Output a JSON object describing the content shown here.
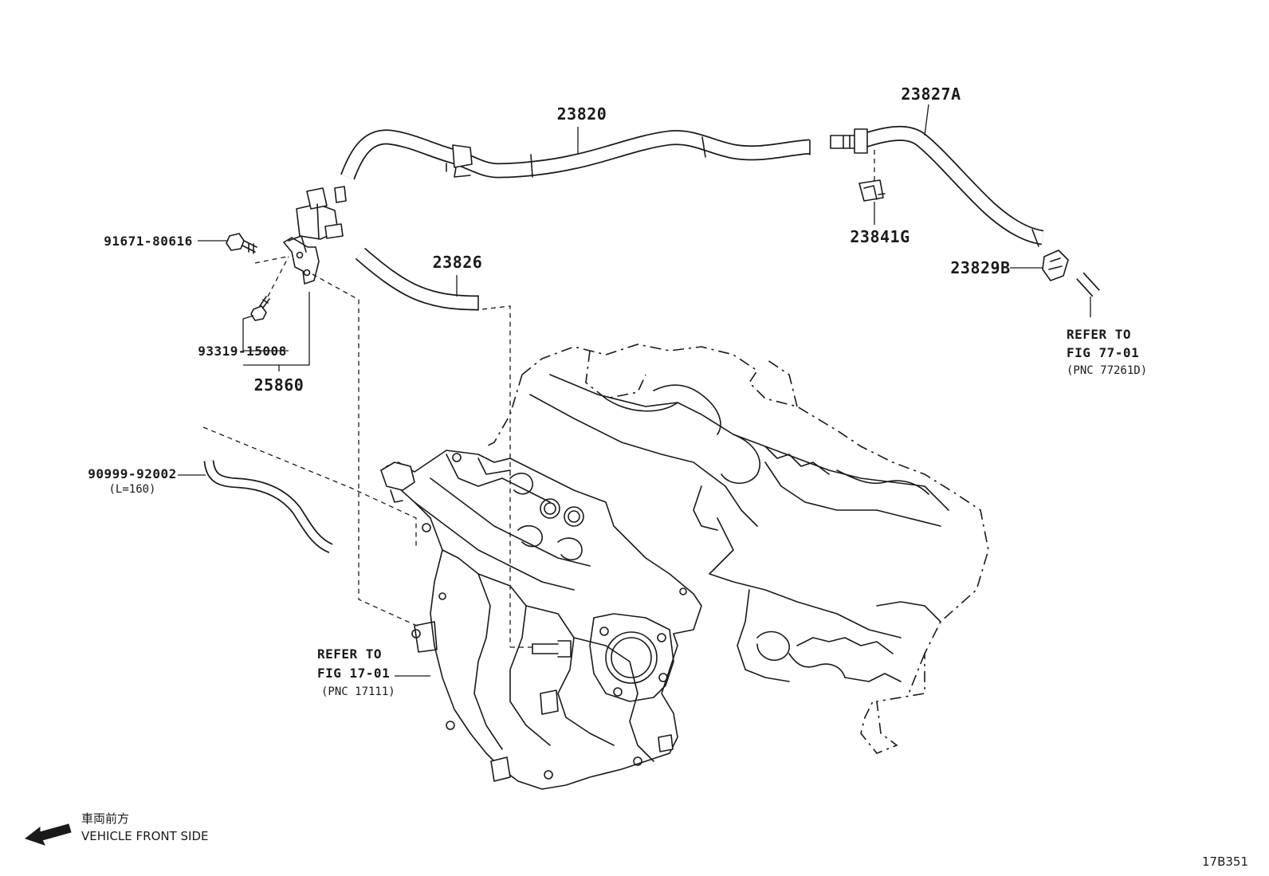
{
  "parts": [
    {
      "id": "p23820",
      "label": "23820"
    },
    {
      "id": "p23827A",
      "label": "23827A"
    },
    {
      "id": "p23841G",
      "label": "23841G"
    },
    {
      "id": "p23829B",
      "label": "23829B"
    },
    {
      "id": "p23826",
      "label": "23826"
    },
    {
      "id": "p91671",
      "label": "91671-80616"
    },
    {
      "id": "p93319",
      "label": "93319-15008"
    },
    {
      "id": "p25860",
      "label": "25860"
    },
    {
      "id": "p90999",
      "label": "90999-92002",
      "sub": "(L=160)"
    }
  ],
  "refs": [
    {
      "id": "ref77",
      "line1": "REFER TO",
      "line2": "FIG 77-01",
      "line3": "(PNC 77261D)"
    },
    {
      "id": "ref17",
      "line1": "REFER TO",
      "line2": "FIG 17-01",
      "line3": "(PNC 17111)"
    }
  ],
  "direction": {
    "jp": "車両前方",
    "en": "VEHICLE FRONT SIDE",
    "icon": "arrow-left-icon"
  },
  "diagram_code": "17B351"
}
